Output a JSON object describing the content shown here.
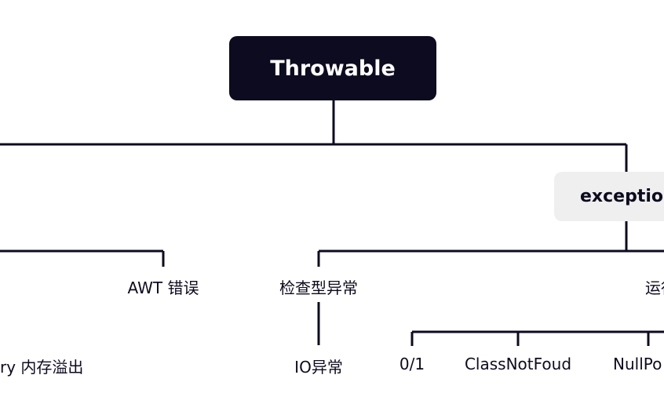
{
  "diagram": {
    "root": "Throwable",
    "exception": "exception",
    "awt_error": "AWT 错误",
    "memory_overflow": "ry 内存溢出",
    "checked_exception": "检查型异常",
    "runtime_exception": "运行",
    "io_exception": "IO异常",
    "div_zero": "0/1",
    "class_not_found": "ClassNotFoud",
    "null_pointer": "NullPo"
  },
  "colors": {
    "line": "#0d0b1f",
    "root_fill": "#0d0b1f",
    "root_text": "#ffffff",
    "secondary_fill": "#efefef"
  }
}
